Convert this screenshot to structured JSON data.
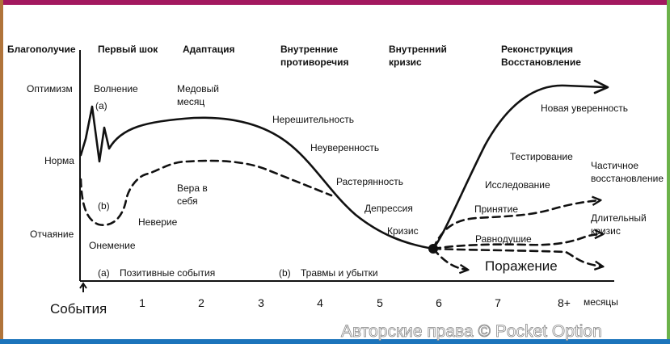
{
  "header": {
    "axis_top": "Благополучие",
    "phase_1": "Первый шок",
    "phase_2": "Адаптация",
    "phase_3_l1": "Внутренние",
    "phase_3_l2": "противоречия",
    "phase_4_l1": "Внутренний",
    "phase_4_l2": "кризис",
    "phase_5_l1": "Реконструкция",
    "phase_5_l2": "Восстановление"
  },
  "y_levels": {
    "optimism": "Оптимизм",
    "norm": "Норма",
    "despair": "Отчаяние"
  },
  "stages": {
    "excitement": "Волнение",
    "marker_a": "(a)",
    "honeymoon_l1": "Медовый",
    "honeymoon_l2": "месяц",
    "indecision": "Нерешительность",
    "insecurity": "Неуверенность",
    "confusion": "Растерянность",
    "depression": "Депрессия",
    "crisis": "Кризис",
    "new_confidence": "Новая уверенность",
    "testing": "Тестирование",
    "exploration": "Исследование",
    "acceptance": "Принятие",
    "indifference": "Равнодушие",
    "partial_recovery_l1": "Частичное",
    "partial_recovery_l2": "восстановление",
    "long_crisis_l1": "Длительный",
    "long_crisis_l2": "кризис",
    "defeat": "Поражение",
    "marker_b": "(b)",
    "disbelief": "Неверие",
    "numbness": "Онемение",
    "self_faith_l1": "Вера в",
    "self_faith_l2": "себя"
  },
  "legend": {
    "a_marker": "(a)",
    "a_text": "Позитивные события",
    "b_marker": "(b)",
    "b_text": "Травмы и убытки"
  },
  "x_axis": {
    "events": "События",
    "ticks": [
      "1",
      "2",
      "3",
      "4",
      "5",
      "6",
      "7",
      "8+"
    ],
    "unit": "месяцы"
  },
  "watermark": "Авторские права © Pocket Option"
}
